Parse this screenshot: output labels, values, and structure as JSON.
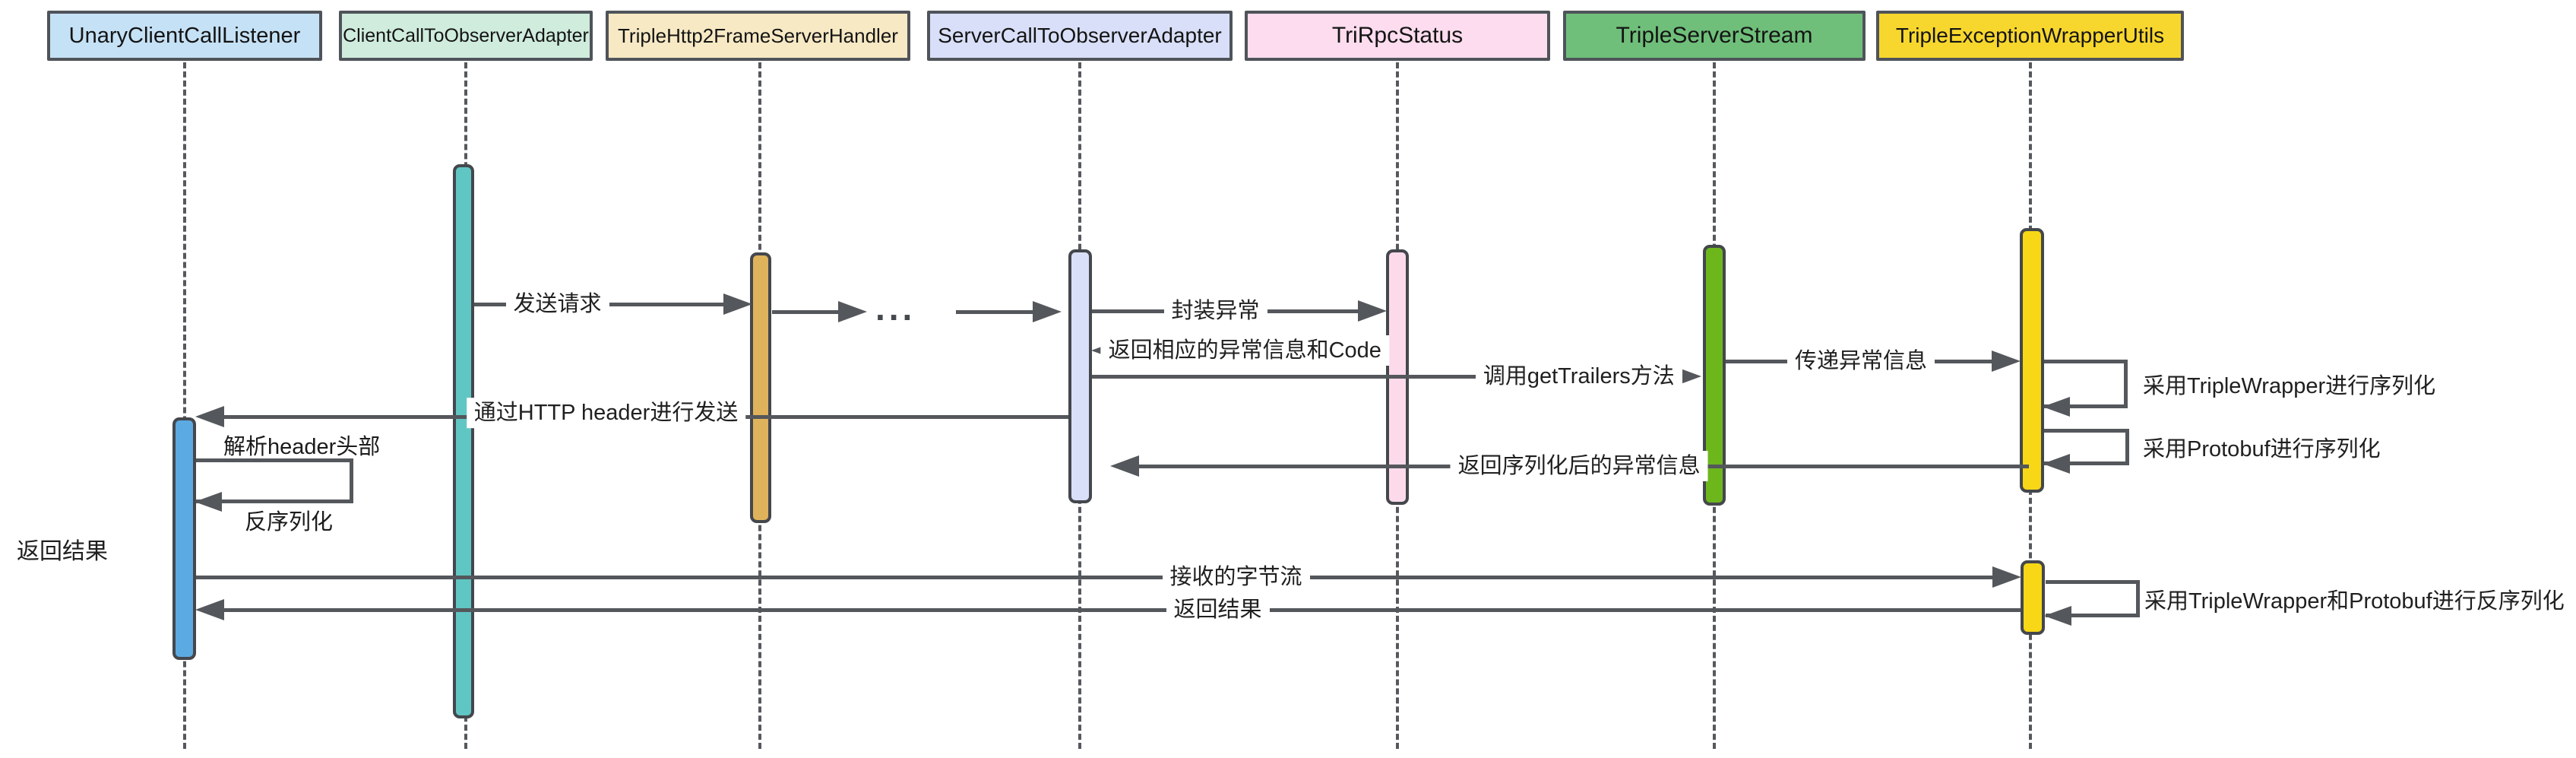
{
  "diagram": {
    "type": "sequence-diagram",
    "background": "#ffffff",
    "line_color": "#54575b",
    "actors": [
      {
        "id": "unary-client-call-listener",
        "label": "UnaryClientCallListener",
        "fill": "#c5e1f5"
      },
      {
        "id": "client-call-to-observer-adapter",
        "label": "ClientCallToObserverAdapter",
        "fill": "#cfecdd"
      },
      {
        "id": "triple-http2-frame-server-handler",
        "label": "TripleHttp2FrameServerHandler",
        "fill": "#f7e9c4"
      },
      {
        "id": "server-call-to-observer-adapter",
        "label": "ServerCallToObserverAdapter",
        "fill": "#d9dff8"
      },
      {
        "id": "tri-rpc-status",
        "label": "TriRpcStatus",
        "fill": "#fcdcee"
      },
      {
        "id": "triple-server-stream",
        "label": "TripleServerStream",
        "fill": "#6fbf7a"
      },
      {
        "id": "triple-exception-wrapper-utils",
        "label": "TripleExceptionWrapperUtils",
        "fill": "#f7d72e"
      }
    ],
    "activation_colors": {
      "blue": "#5caae2",
      "teal": "#60c6c4",
      "orange": "#deb35b",
      "lavender": "#dadff9",
      "pink": "#fcdaea",
      "green": "#6db71d",
      "yellow": "#f7d716"
    },
    "messages": {
      "send_request": "发送请求",
      "ellipsis": "...",
      "wrap_exception": "封装异常",
      "return_exception_info_and_code": "返回相应的异常信息和Code",
      "call_get_trailers": "调用getTrailers方法",
      "send_via_http_header": "通过HTTP header进行发送",
      "parse_header": "解析header头部",
      "deserialize": "反序列化",
      "return_result_left": "返回结果",
      "pass_exception_info": "传递异常信息",
      "serialize_with_triple_wrapper": "采用TripleWrapper进行序列化",
      "serialize_with_protobuf": "采用Protobuf进行序列化",
      "return_serialized_exception": "返回序列化后的异常信息",
      "received_byte_stream": "接收的字节流",
      "return_result": "返回结果",
      "deserialize_with_triple_wrapper_and_protobuf": "采用TripleWrapper和Protobuf进行反序列化"
    }
  }
}
